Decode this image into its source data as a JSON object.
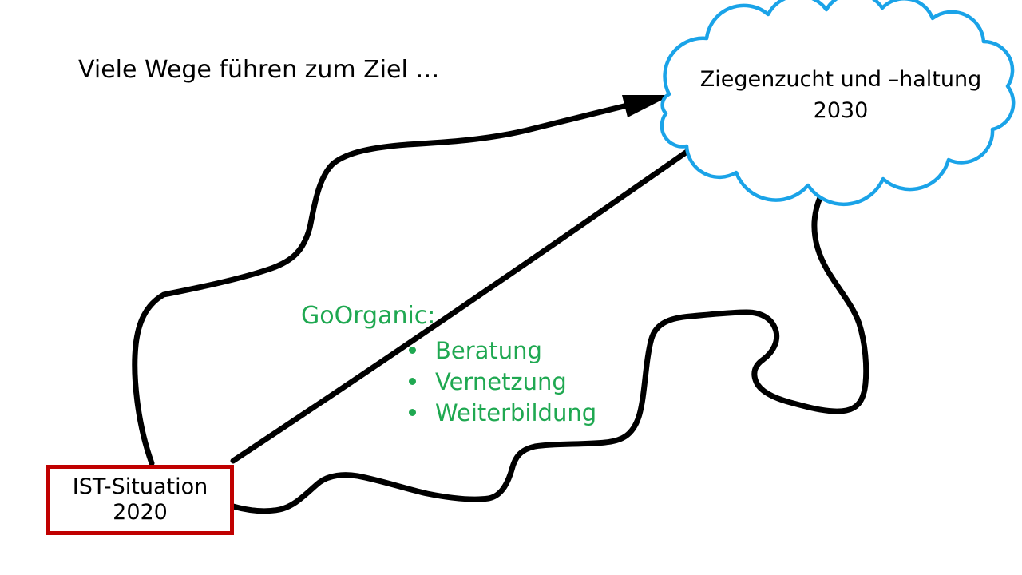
{
  "slide": {
    "title": "Viele Wege führen zum Ziel …",
    "goal_cloud": {
      "line1": "Ziegenzucht und –haltung",
      "line2": "2030"
    },
    "start_box": {
      "line1": "IST-Situation",
      "line2": "2020"
    },
    "program": {
      "heading": "GoOrganic:",
      "items": [
        "Beratung",
        "Vernetzung",
        "Weiterbildung"
      ]
    },
    "connectors": [
      "wavy-route-with-arrow",
      "straight-route",
      "meander-route"
    ]
  },
  "colors": {
    "ink": "#000000",
    "cloud-blue": "#1AA3E8",
    "go-green": "#1FA851",
    "box-red": "#C00000",
    "paper": "#FFFFFF"
  }
}
